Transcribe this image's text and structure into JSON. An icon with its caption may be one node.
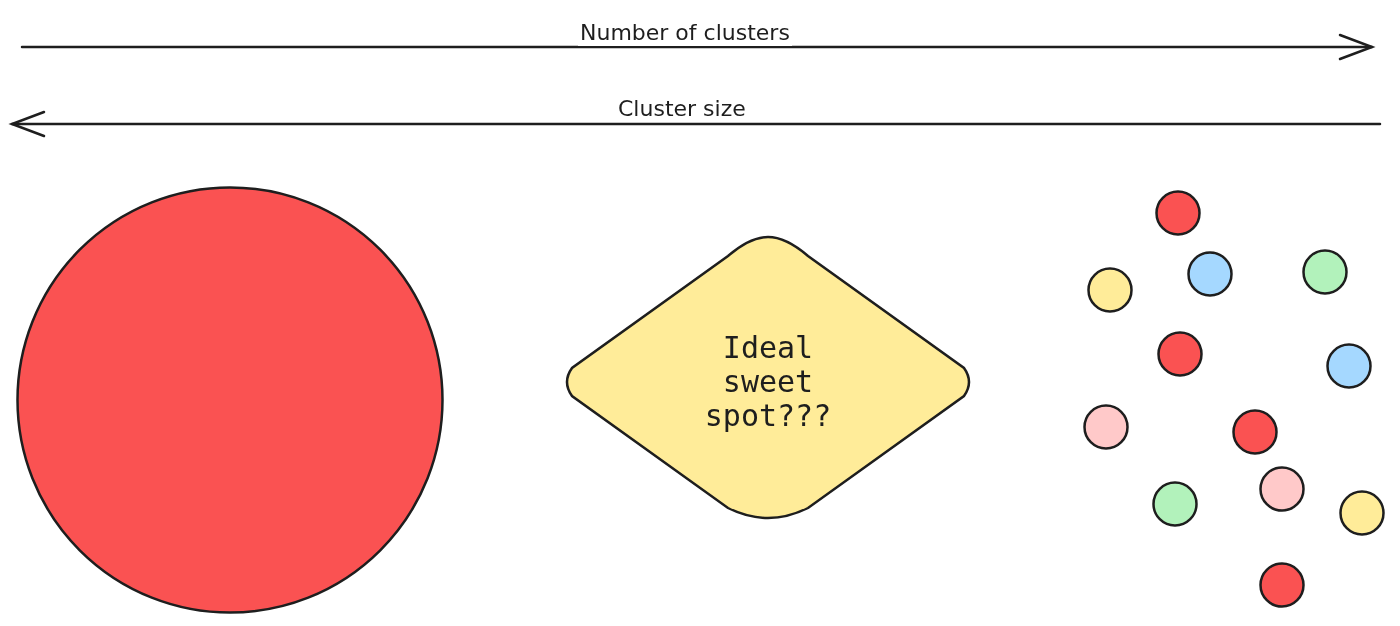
{
  "diagram": {
    "nodes": [
      {
        "text": [],
        "shape": "circle"
      },
      {
        "text": [
          "Ideal sweet spot???"
        ]
      },
      {
        "text": [],
        "shape": "circle"
      },
      {
        "text": [],
        "shape": "circle"
      },
      {
        "text": [],
        "shape": "circle"
      },
      {
        "text": [],
        "shape": "circle"
      },
      {
        "text": [],
        "shape": "circle"
      },
      {
        "text": [],
        "shape": "circle"
      },
      {
        "text": [],
        "shape": "circle"
      },
      {
        "text": [],
        "shape": "circle"
      },
      {
        "text": [],
        "shape": "circle"
      },
      {
        "text": [],
        "shape": "circle"
      },
      {
        "text": [],
        "shape": "circle"
      },
      {
        "text": [],
        "shape": "circle"
      }
    ],
    "edges": [],
    "labels": [
      "Number of clusters",
      "Cluster size"
    ]
  }
}
